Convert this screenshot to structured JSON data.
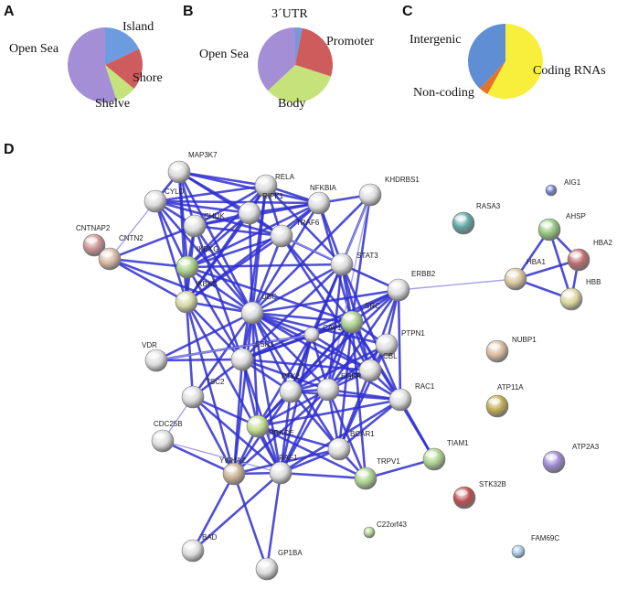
{
  "panels": {
    "a": "A",
    "b": "B",
    "c": "C",
    "d": "D"
  },
  "colors": {
    "edge": "#2f2fd0",
    "edge_light": "#9a9ae6",
    "pie_blue": "#6d9be0",
    "pie_red": "#cf5c5c",
    "pie_green": "#c6e27a",
    "pie_purple": "#a48fd6",
    "pie_yellow": "#f7ef3c",
    "pie_orange": "#e2742a",
    "pie_steel": "#5f8ed4"
  },
  "chart_data": [
    {
      "type": "pie",
      "panel": "A",
      "slices": [
        {
          "label": "Island",
          "value": 0.18
        },
        {
          "label": "Shore",
          "value": 0.18
        },
        {
          "label": "Shelve",
          "value": 0.09
        },
        {
          "label": "Open Sea",
          "value": 0.55
        }
      ]
    },
    {
      "type": "pie",
      "panel": "B",
      "slices": [
        {
          "label": "3´UTR",
          "value": 0.03
        },
        {
          "label": "Promoter",
          "value": 0.27
        },
        {
          "label": "Body",
          "value": 0.33
        },
        {
          "label": "Open Sea",
          "value": 0.37
        }
      ]
    },
    {
      "type": "pie",
      "panel": "C",
      "slices": [
        {
          "label": "Coding RNAs",
          "value": 0.58
        },
        {
          "label": "Non-coding",
          "value": 0.04
        },
        {
          "label": "Intergenic",
          "value": 0.38
        }
      ]
    },
    {
      "type": "network",
      "panel": "D",
      "nodes": [
        {
          "label": "MAP3K7",
          "color": "#dcdcdc"
        },
        {
          "label": "RELA",
          "color": "#dcdcdc"
        },
        {
          "label": "CYLD",
          "color": "#dcdcdc"
        },
        {
          "label": "RIPK1",
          "color": "#dcdcdc"
        },
        {
          "label": "NFKBIA",
          "color": "#dcdcdc"
        },
        {
          "label": "KHDRBS1",
          "color": "#dcdcdc"
        },
        {
          "label": "CHUK",
          "color": "#dcdcdc"
        },
        {
          "label": "TRAF6",
          "color": "#dcdcdc"
        },
        {
          "label": "CNTNAP2",
          "color": "#c98f8f"
        },
        {
          "label": "CNTN2",
          "color": "#d7b8a2"
        },
        {
          "label": "IKBKG",
          "color": "#a9d08a"
        },
        {
          "label": "STAT3",
          "color": "#dcdcdc"
        },
        {
          "label": "IKBKB",
          "color": "#d2d7a0"
        },
        {
          "label": "ERBB2",
          "color": "#dcdcdc"
        },
        {
          "label": "UBC",
          "color": "#dcdcdc"
        },
        {
          "label": "SRC",
          "color": "#a9d08a"
        },
        {
          "label": "CAV1",
          "color": "#dcdcdc"
        },
        {
          "label": "PTPN1",
          "color": "#dcdcdc"
        },
        {
          "label": "VDR",
          "color": "#dcdcdc"
        },
        {
          "label": "ESR1",
          "color": "#dcdcdc"
        },
        {
          "label": "CBL",
          "color": "#dcdcdc"
        },
        {
          "label": "PTK2",
          "color": "#dcdcdc"
        },
        {
          "label": "EGFR",
          "color": "#dcdcdc"
        },
        {
          "label": "RAC1",
          "color": "#dcdcdc"
        },
        {
          "label": "TSC2",
          "color": "#dcdcdc"
        },
        {
          "label": "CDC25B",
          "color": "#dcdcdc"
        },
        {
          "label": "PRKCE",
          "color": "#bfdc8c"
        },
        {
          "label": "BCAR1",
          "color": "#dcdcdc"
        },
        {
          "label": "TIAM1",
          "color": "#a9d08a"
        },
        {
          "label": "YWHAZ",
          "color": "#c9b092"
        },
        {
          "label": "RAF1",
          "color": "#dcdcdc"
        },
        {
          "label": "TRPV1",
          "color": "#a9d08a"
        },
        {
          "label": "BAD",
          "color": "#dcdcdc"
        },
        {
          "label": "GP1BA",
          "color": "#dcdcdc"
        },
        {
          "label": "C22orf43",
          "color": "#a9d08a"
        },
        {
          "label": "AIG1",
          "color": "#6e7ac9"
        },
        {
          "label": "RASA3",
          "color": "#5aa3a3"
        },
        {
          "label": "AHSP",
          "color": "#8fc47a"
        },
        {
          "label": "HBA2",
          "color": "#b96a6a"
        },
        {
          "label": "HBA1",
          "color": "#d7c39b"
        },
        {
          "label": "HBB",
          "color": "#d9d59a"
        },
        {
          "label": "NUBP1",
          "color": "#d7b89a"
        },
        {
          "label": "ATP11A",
          "color": "#bda84e"
        },
        {
          "label": "ATP2A3",
          "color": "#9a86d0"
        },
        {
          "label": "STK32B",
          "color": "#b84a4a"
        },
        {
          "label": "FAM69C",
          "color": "#9fc4e4"
        }
      ],
      "edges": [
        [
          "MAP3K7",
          "RELA"
        ],
        [
          "MAP3K7",
          "CYLD"
        ],
        [
          "MAP3K7",
          "RIPK1"
        ],
        [
          "MAP3K7",
          "CHUK"
        ],
        [
          "MAP3K7",
          "IKBKG"
        ],
        [
          "MAP3K7",
          "IKBKB"
        ],
        [
          "MAP3K7",
          "TRAF6"
        ],
        [
          "MAP3K7",
          "NFKBIA"
        ],
        [
          "MAP3K7",
          "UBC"
        ],
        [
          "RELA",
          "RIPK1"
        ],
        [
          "RELA",
          "NFKBIA"
        ],
        [
          "RELA",
          "CHUK"
        ],
        [
          "RELA",
          "IKBKG"
        ],
        [
          "RELA",
          "IKBKB"
        ],
        [
          "RELA",
          "STAT3"
        ],
        [
          "RELA",
          "UBC"
        ],
        [
          "RELA",
          "CYLD"
        ],
        [
          "RELA",
          "ESR1"
        ],
        [
          "RELA",
          "TRAF6"
        ],
        [
          "CYLD",
          "RIPK1"
        ],
        [
          "CYLD",
          "CHUK"
        ],
        [
          "CYLD",
          "IKBKG"
        ],
        [
          "CYLD",
          "IKBKB"
        ],
        [
          "CYLD",
          "TRAF6"
        ],
        [
          "CYLD",
          "UBC"
        ],
        [
          "CYLD",
          "NFKBIA"
        ],
        [
          "RIPK1",
          "CHUK"
        ],
        [
          "RIPK1",
          "IKBKG"
        ],
        [
          "RIPK1",
          "IKBKB"
        ],
        [
          "RIPK1",
          "TRAF6"
        ],
        [
          "RIPK1",
          "NFKBIA"
        ],
        [
          "RIPK1",
          "UBC"
        ],
        [
          "NFKBIA",
          "CHUK"
        ],
        [
          "NFKBIA",
          "IKBKG"
        ],
        [
          "NFKBIA",
          "IKBKB"
        ],
        [
          "NFKBIA",
          "TRAF6"
        ],
        [
          "NFKBIA",
          "UBC"
        ],
        [
          "NFKBIA",
          "STAT3"
        ],
        [
          "NFKBIA",
          "KHDRBS1"
        ],
        [
          "NFKBIA",
          "SRC"
        ],
        [
          "KHDRBS1",
          "SRC"
        ],
        [
          "KHDRBS1",
          "STAT3"
        ],
        [
          "KHDRBS1",
          "UBC"
        ],
        [
          "KHDRBS1",
          "EGFR"
        ],
        [
          "KHDRBS1",
          "PTK2"
        ],
        [
          "CHUK",
          "IKBKG"
        ],
        [
          "CHUK",
          "IKBKB"
        ],
        [
          "CHUK",
          "TRAF6"
        ],
        [
          "CHUK",
          "UBC"
        ],
        [
          "CHUK",
          "CNTN2"
        ],
        [
          "CHUK",
          "ESR1"
        ],
        [
          "TRAF6",
          "IKBKG"
        ],
        [
          "TRAF6",
          "IKBKB"
        ],
        [
          "TRAF6",
          "UBC"
        ],
        [
          "TRAF6",
          "STAT3"
        ],
        [
          "TRAF6",
          "SRC"
        ],
        [
          "TRAF6",
          "CBL"
        ],
        [
          "TRAF6",
          "ERBB2"
        ],
        [
          "CNTNAP2",
          "CNTN2"
        ],
        [
          "CNTN2",
          "IKBKG"
        ],
        [
          "CNTN2",
          "IKBKB"
        ],
        [
          "CNTN2",
          "UBC"
        ],
        [
          "CNTN2",
          "CYLD"
        ],
        [
          "IKBKG",
          "IKBKB"
        ],
        [
          "IKBKG",
          "UBC"
        ],
        [
          "IKBKG",
          "ESR1"
        ],
        [
          "IKBKG",
          "STAT3"
        ],
        [
          "IKBKG",
          "SRC"
        ],
        [
          "IKBKB",
          "UBC"
        ],
        [
          "IKBKB",
          "ESR1"
        ],
        [
          "IKBKB",
          "TSC2"
        ],
        [
          "IKBKB",
          "YWHAZ"
        ],
        [
          "IKBKB",
          "RAF1"
        ],
        [
          "STAT3",
          "SRC"
        ],
        [
          "STAT3",
          "EGFR"
        ],
        [
          "STAT3",
          "ERBB2"
        ],
        [
          "STAT3",
          "UBC"
        ],
        [
          "STAT3",
          "ESR1"
        ],
        [
          "STAT3",
          "CAV1"
        ],
        [
          "STAT3",
          "PTK2"
        ],
        [
          "STAT3",
          "RAC1"
        ],
        [
          "STAT3",
          "CBL"
        ],
        [
          "ERBB2",
          "SRC"
        ],
        [
          "ERBB2",
          "EGFR"
        ],
        [
          "ERBB2",
          "CBL"
        ],
        [
          "ERBB2",
          "PTPN1"
        ],
        [
          "ERBB2",
          "UBC"
        ],
        [
          "ERBB2",
          "ESR1"
        ],
        [
          "ERBB2",
          "PTK2"
        ],
        [
          "ERBB2",
          "CAV1"
        ],
        [
          "ERBB2",
          "RAC1"
        ],
        [
          "ERBB2",
          "HBA1"
        ],
        [
          "UBC",
          "SRC"
        ],
        [
          "UBC",
          "CAV1"
        ],
        [
          "UBC",
          "ESR1"
        ],
        [
          "UBC",
          "EGFR"
        ],
        [
          "UBC",
          "CBL"
        ],
        [
          "UBC",
          "PTK2"
        ],
        [
          "UBC",
          "RAF1"
        ],
        [
          "UBC",
          "YWHAZ"
        ],
        [
          "UBC",
          "TSC2"
        ],
        [
          "UBC",
          "VDR"
        ],
        [
          "UBC",
          "PRKCE"
        ],
        [
          "UBC",
          "BCAR1"
        ],
        [
          "UBC",
          "RAC1"
        ],
        [
          "UBC",
          "PTPN1"
        ],
        [
          "SRC",
          "CAV1"
        ],
        [
          "SRC",
          "EGFR"
        ],
        [
          "SRC",
          "CBL"
        ],
        [
          "SRC",
          "PTK2"
        ],
        [
          "SRC",
          "PTPN1"
        ],
        [
          "SRC",
          "ESR1"
        ],
        [
          "SRC",
          "BCAR1"
        ],
        [
          "SRC",
          "RAC1"
        ],
        [
          "SRC",
          "RAF1"
        ],
        [
          "SRC",
          "PRKCE"
        ],
        [
          "SRC",
          "TRPV1"
        ],
        [
          "SRC",
          "TIAM1"
        ],
        [
          "CAV1",
          "EGFR"
        ],
        [
          "CAV1",
          "ESR1"
        ],
        [
          "CAV1",
          "PTK2"
        ],
        [
          "CAV1",
          "CBL"
        ],
        [
          "CAV1",
          "PRKCE"
        ],
        [
          "CAV1",
          "RAF1"
        ],
        [
          "CAV1",
          "VDR"
        ],
        [
          "PTPN1",
          "EGFR"
        ],
        [
          "PTPN1",
          "CBL"
        ],
        [
          "PTPN1",
          "BCAR1"
        ],
        [
          "PTPN1",
          "PTK2"
        ],
        [
          "VDR",
          "ESR1"
        ],
        [
          "VDR",
          "CAV1"
        ],
        [
          "ESR1",
          "EGFR"
        ],
        [
          "ESR1",
          "PTK2"
        ],
        [
          "ESR1",
          "TSC2"
        ],
        [
          "ESR1",
          "YWHAZ"
        ],
        [
          "ESR1",
          "RAF1"
        ],
        [
          "ESR1",
          "PRKCE"
        ],
        [
          "ESR1",
          "CBL"
        ],
        [
          "CBL",
          "EGFR"
        ],
        [
          "CBL",
          "PTK2"
        ],
        [
          "CBL",
          "BCAR1"
        ],
        [
          "CBL",
          "RAC1"
        ],
        [
          "PTK2",
          "EGFR"
        ],
        [
          "PTK2",
          "BCAR1"
        ],
        [
          "PTK2",
          "RAC1"
        ],
        [
          "PTK2",
          "PRKCE"
        ],
        [
          "PTK2",
          "RAF1"
        ],
        [
          "PTK2",
          "YWHAZ"
        ],
        [
          "EGFR",
          "RAC1"
        ],
        [
          "EGFR",
          "BCAR1"
        ],
        [
          "EGFR",
          "RAF1"
        ],
        [
          "EGFR",
          "PRKCE"
        ],
        [
          "EGFR",
          "YWHAZ"
        ],
        [
          "EGFR",
          "TRPV1"
        ],
        [
          "RAC1",
          "BCAR1"
        ],
        [
          "RAC1",
          "TIAM1"
        ],
        [
          "RAC1",
          "RAF1"
        ],
        [
          "RAC1",
          "PRKCE"
        ],
        [
          "TSC2",
          "YWHAZ"
        ],
        [
          "TSC2",
          "CDC25B"
        ],
        [
          "TSC2",
          "RAF1"
        ],
        [
          "TSC2",
          "PRKCE"
        ],
        [
          "CDC25B",
          "YWHAZ"
        ],
        [
          "CDC25B",
          "RAF1"
        ],
        [
          "PRKCE",
          "YWHAZ"
        ],
        [
          "PRKCE",
          "RAF1"
        ],
        [
          "PRKCE",
          "TRPV1"
        ],
        [
          "PRKCE",
          "BCAR1"
        ],
        [
          "YWHAZ",
          "RAF1"
        ],
        [
          "YWHAZ",
          "BAD"
        ],
        [
          "YWHAZ",
          "GP1BA"
        ],
        [
          "YWHAZ",
          "BCAR1"
        ],
        [
          "RAF1",
          "BAD"
        ],
        [
          "RAF1",
          "BCAR1"
        ],
        [
          "RAF1",
          "TRPV1"
        ],
        [
          "RAF1",
          "GP1BA"
        ],
        [
          "BCAR1",
          "TRPV1"
        ],
        [
          "TIAM1",
          "TRPV1"
        ],
        [
          "AHSP",
          "HBA1"
        ],
        [
          "AHSP",
          "HBA2"
        ],
        [
          "HBA1",
          "HBA2"
        ],
        [
          "HBA1",
          "HBB"
        ],
        [
          "HBA2",
          "HBB"
        ],
        [
          "AHSP",
          "HBB"
        ]
      ]
    }
  ]
}
